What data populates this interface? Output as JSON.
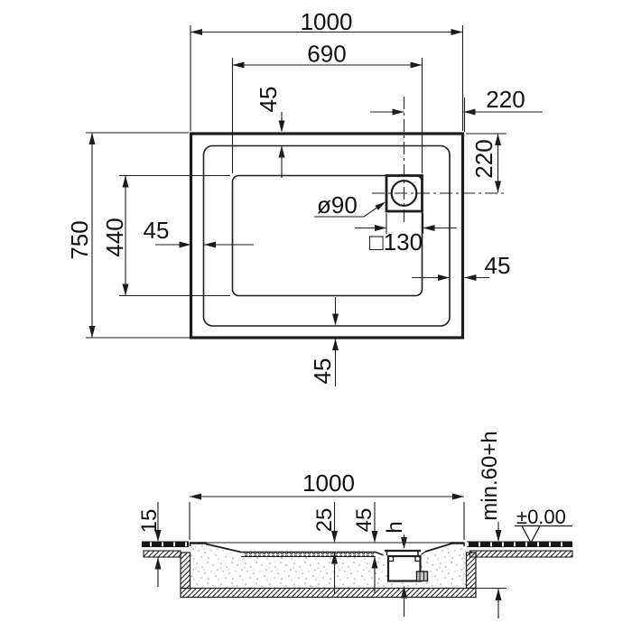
{
  "top_view": {
    "overall_width": "1000",
    "basin_width": "690",
    "overall_depth": "750",
    "basin_depth": "440",
    "rim_top": "45",
    "rim_bottom": "45",
    "rim_left": "45",
    "rim_right": "45",
    "drain_offset_top": "220",
    "drain_offset_right": "220",
    "drain_diameter": "ø90",
    "drain_square": "□130"
  },
  "section_view": {
    "overall_width": "1000",
    "floor_buildup": "15",
    "basin_recess": "25",
    "tray_height": "45",
    "drain_height": "h",
    "pit_depth": "min.60+h",
    "floor_level": "±0.00"
  },
  "colors": {
    "line": "#1c1c1c",
    "background": "#ffffff",
    "mortar_dot": "#8f8f8f",
    "tile_band": "#161616"
  }
}
